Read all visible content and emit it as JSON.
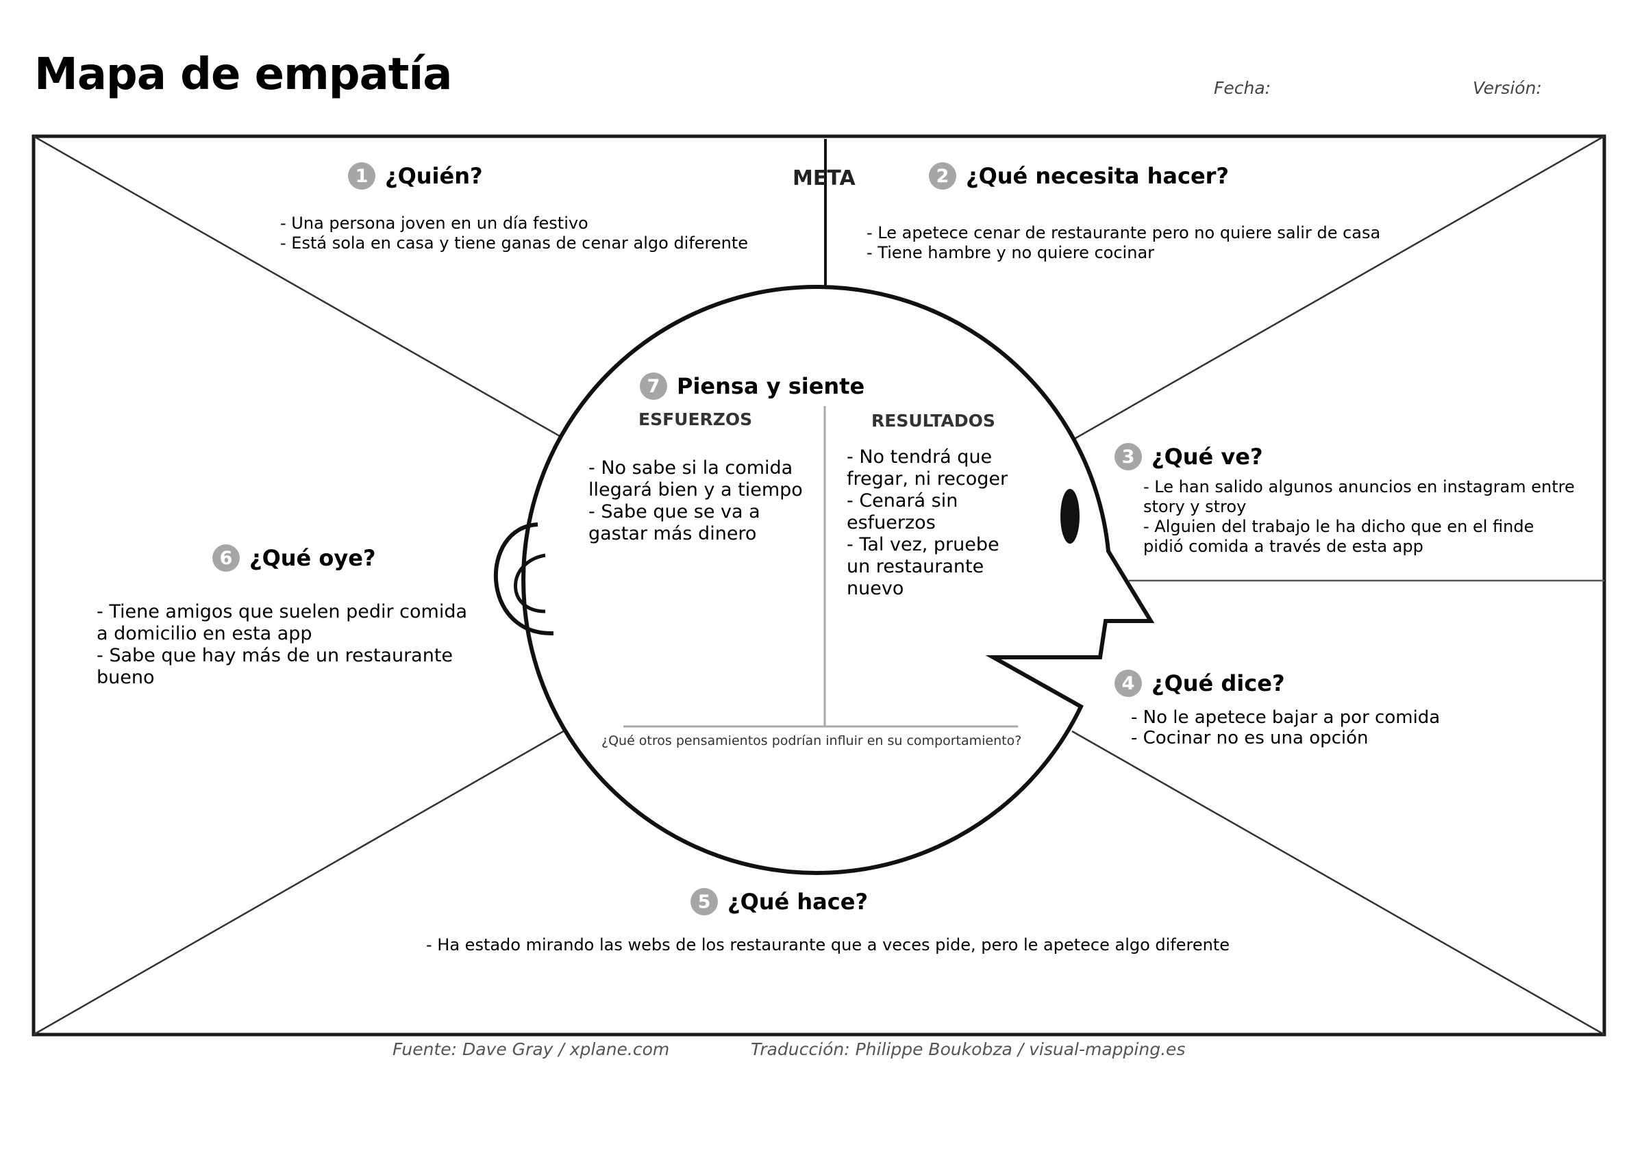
{
  "title": "Mapa de empatía",
  "fecha_label": "Fecha:",
  "version_label": "Versión:",
  "meta_label": "META",
  "sections": {
    "quien": {
      "num": "1",
      "title": "¿Quién?",
      "text": "- Una persona joven en un día festivo\n- Está sola en casa y tiene ganas de cenar algo diferente"
    },
    "necesita": {
      "num": "2",
      "title": "¿Qué necesita hacer?",
      "text": "- Le apetece cenar de restaurante pero no quiere salir de casa\n- Tiene hambre y no quiere cocinar"
    },
    "ve": {
      "num": "3",
      "title": "¿Qué ve?",
      "text": "- Le han salido algunos anuncios en instagram entre\nstory y stroy\n- Alguien del trabajo le ha dicho que en el finde\npidió comida a través de esta app"
    },
    "dice": {
      "num": "4",
      "title": "¿Qué dice?",
      "text": "- No le apetece bajar a por comida\n- Cocinar no es una opción"
    },
    "hace": {
      "num": "5",
      "title": "¿Qué hace?",
      "text": "- Ha estado mirando las webs de los restaurante que a veces pide, pero le apetece algo diferente"
    },
    "oye": {
      "num": "6",
      "title": "¿Qué oye?",
      "text": " - Tiene amigos que suelen pedir comida\na domicilio en esta app\n- Sabe que hay más de un restaurante\nbueno"
    },
    "piensa": {
      "num": "7",
      "title": "Piensa y siente",
      "esfuerzos_label": "ESFUERZOS",
      "resultados_label": "RESULTADOS",
      "esfuerzos_text": "- No sabe si la comida\nllegará bien y a tiempo\n- Sabe que se va a\ngastar más dinero",
      "resultados_text": "- No tendrá que\nfregar, ni recoger\n- Cenará sin\nesfuerzos\n- Tal vez, pruebe\nun restaurante\nnuevo",
      "pregunta": "¿Qué otros pensamientos podrían influir en su comportamiento?"
    }
  },
  "footer": {
    "fuente": "Fuente: Dave Gray / xplane.com",
    "traduccion": "Traducción: Philippe Boukobza / visual-mapping.es"
  }
}
